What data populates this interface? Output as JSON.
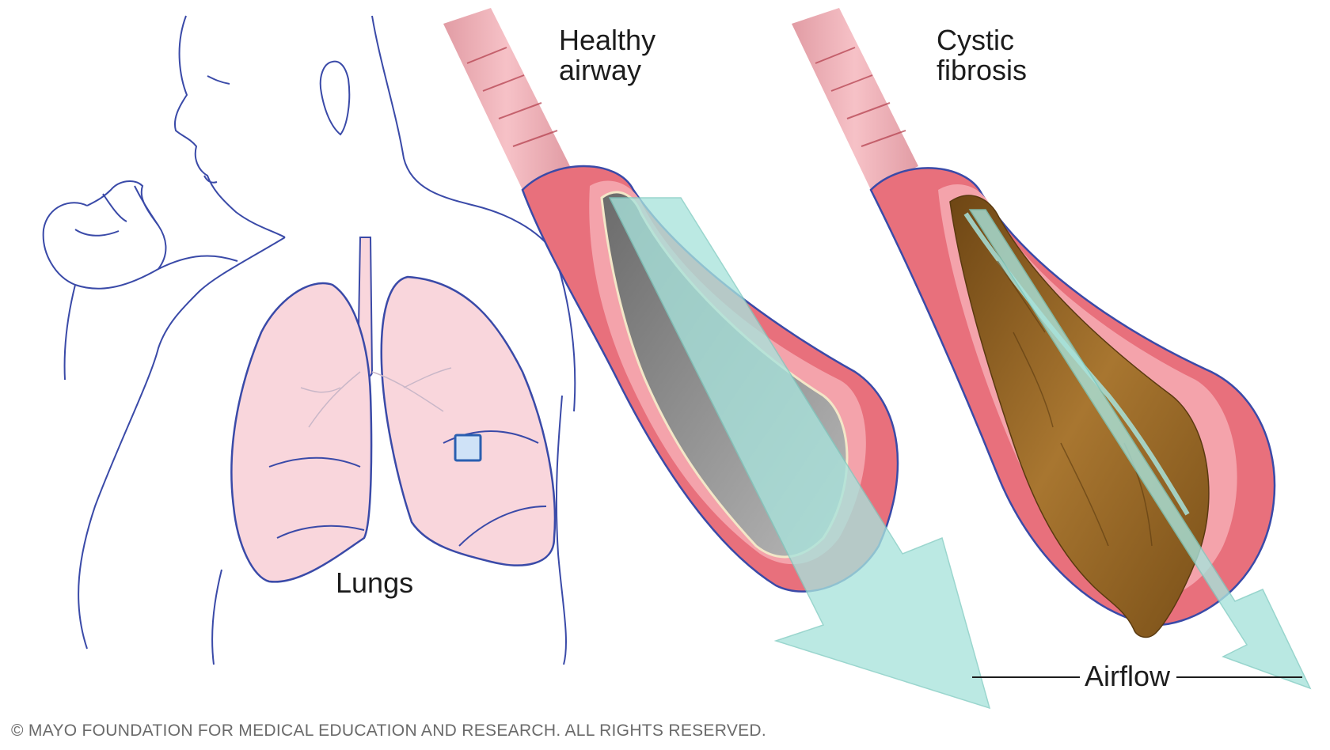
{
  "labels": {
    "healthy_line1": "Healthy",
    "healthy_line2": "airway",
    "cf_line1": "Cystic",
    "cf_line2": "fibrosis",
    "lungs": "Lungs",
    "airflow": "Airflow"
  },
  "copyright": "© MAYO FOUNDATION FOR MEDICAL EDUCATION AND RESEARCH. ALL RIGHTS RESERVED.",
  "colors": {
    "outline": "#3a4aa8",
    "lung_fill": "#f9d6dc",
    "airway_wall": "#e8707c",
    "airway_inner": "#f4a3ab",
    "lumen": "#9a9a9a",
    "mucus": "#9c6b25",
    "airflow_arrow": "#a8e3dc"
  }
}
